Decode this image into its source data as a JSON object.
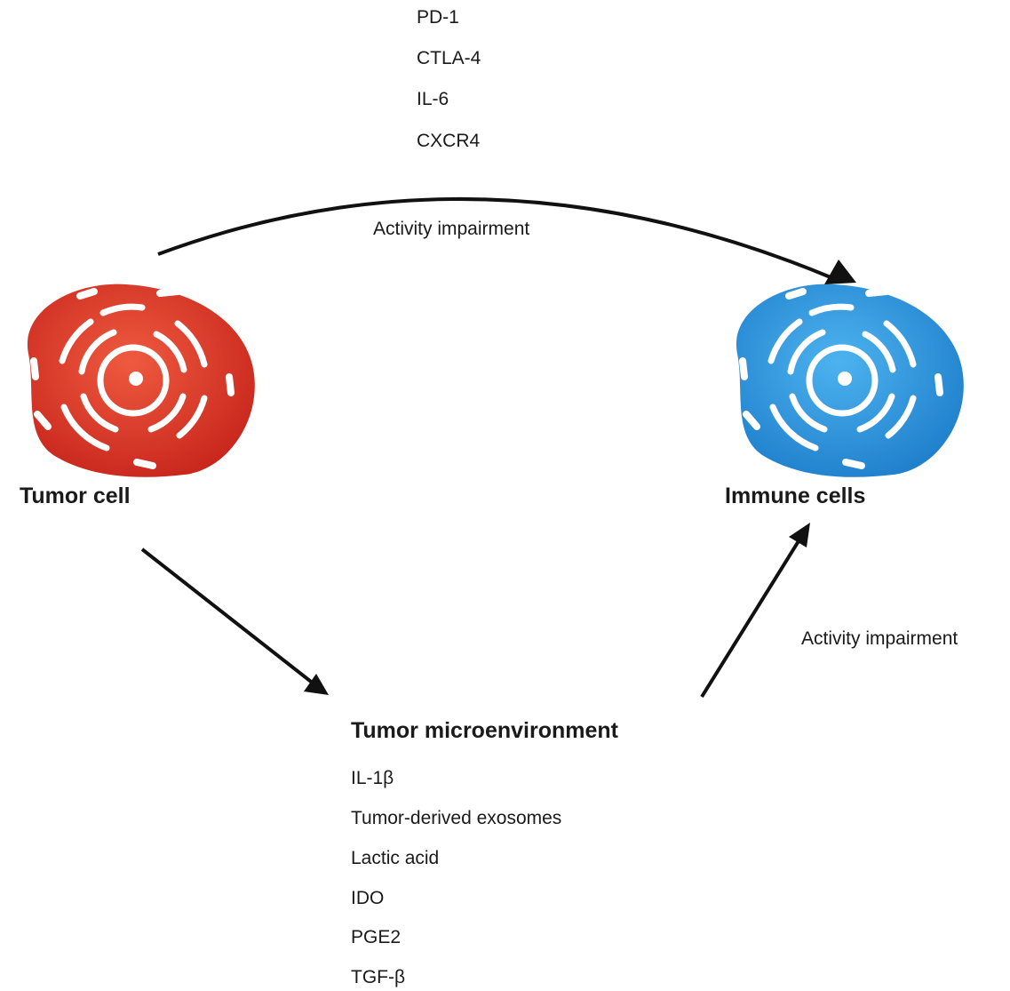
{
  "top_factors": [
    "PD-1",
    "CTLA-4",
    "IL-6",
    "CXCR4"
  ],
  "tumor_cell": {
    "label": "Tumor cell",
    "color": "#d9392b",
    "icon": "cell-icon"
  },
  "immune_cells": {
    "label": "Immune cells",
    "color": "#2b8fd9",
    "icon": "cell-icon"
  },
  "arrows": {
    "top_label": "Activity impairment",
    "right_label": "Activity impairment"
  },
  "microenvironment": {
    "title": "Tumor microenvironment",
    "factors": [
      "IL-1β",
      "Tumor-derived exosomes",
      "Lactic acid",
      "IDO",
      "PGE2",
      "TGF-β"
    ]
  }
}
